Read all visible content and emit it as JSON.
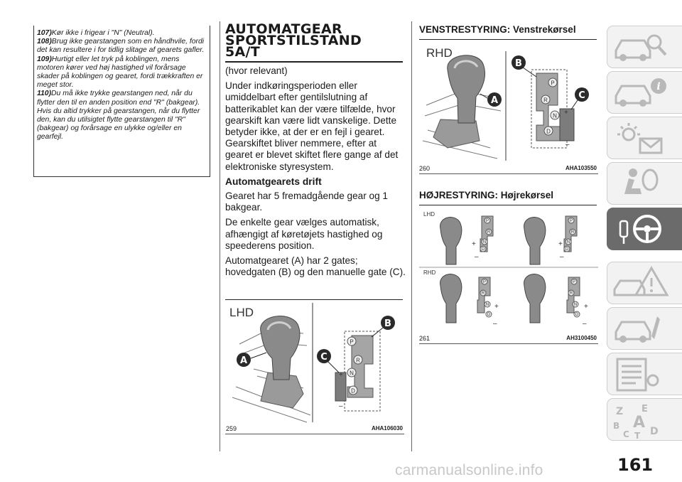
{
  "warnings": [
    {
      "num": "107)",
      "text": "Kør ikke i frigear i \"N\" (Neutral)."
    },
    {
      "num": "108)",
      "text": "Brug ikke gearstangen som en håndhvile, fordi det kan resultere i for tidlig slitage af gearets gafler."
    },
    {
      "num": "109)",
      "text": "Hurtigt eller let tryk på koblingen, mens motoren kører ved høj hastighed vil forårsage skader på koblingen og gearet, fordi trækkraften er meget stor."
    },
    {
      "num": "110)",
      "text": "Du må ikke trykke gearstangen ned, når du flytter den til en anden position end \"R\" (bakgear). Hvis du altid trykker på gearstangen, når du flytter den, kan du utilsigtet flytte gearstangen til \"R\" (bakgear) og forårsage en ulykke og/eller en gearfejl."
    }
  ],
  "section": {
    "title_line1": "AUTOMATGEAR",
    "title_line2": "SPORTSTILSTAND",
    "title_line3": "5A/T",
    "qualifier": "(hvor relevant)",
    "para1": "Under indkøringsperioden eller umiddelbart efter gentilslutning af batterikablet kan der være tilfælde, hvor gearskift kan være lidt vanskelige. Dette betyder ikke, at der er en fejl i gearet. Gearskiftet bliver nemmere, efter at gearet er blevet skiftet flere gange af det elektroniske styresystem.",
    "subheading": "Automatgearets drift",
    "para2": "Gearet har 5 fremadgående gear og 1 bakgear.",
    "para3": "De enkelte gear vælges automatisk, afhængigt af køretøjets hastighed og speederens position.",
    "para4": "Automatgearet (A) har 2 gates; hovedgaten (B) og den manuelle gate (C)."
  },
  "figures": {
    "fig259": {
      "label": "LHD",
      "num": "259",
      "code": "AHA106030",
      "callouts": [
        "A",
        "B",
        "C"
      ]
    },
    "fig260": {
      "heading": "VENSTRESTYRING: Venstrekørsel",
      "label": "RHD",
      "num": "260",
      "code": "AHA103550",
      "callouts": [
        "A",
        "B",
        "C"
      ]
    },
    "fig261": {
      "heading": "HØJRESTYRING: Højrekørsel",
      "label_top": "LHD",
      "label_bottom": "RHD",
      "num": "261",
      "code": "AH3100450"
    }
  },
  "gate": {
    "p": "P",
    "r": "R",
    "n": "N",
    "d": "D",
    "plus": "+",
    "minus": "–"
  },
  "tabs": [
    {
      "icon": "car-search-icon"
    },
    {
      "icon": "car-info-icon"
    },
    {
      "icon": "dashboard-lights-icon"
    },
    {
      "icon": "airbag-seat-icon"
    },
    {
      "icon": "steering-key-icon",
      "active": true
    },
    {
      "icon": "warning-triangle-car-icon"
    },
    {
      "icon": "car-service-icon"
    },
    {
      "icon": "specifications-list-icon"
    },
    {
      "icon": "alphabetical-index-icon"
    }
  ],
  "index_letters": [
    "Z",
    "E",
    "B",
    "A",
    "C",
    "T",
    "D"
  ],
  "page_number": "161",
  "watermark": "carmanualsonline.info",
  "colors": {
    "active_tab": "#6b6b6b",
    "tab": "#f2f2f2",
    "callout": "#2a2a2a",
    "icon": "#b9b9b9"
  }
}
